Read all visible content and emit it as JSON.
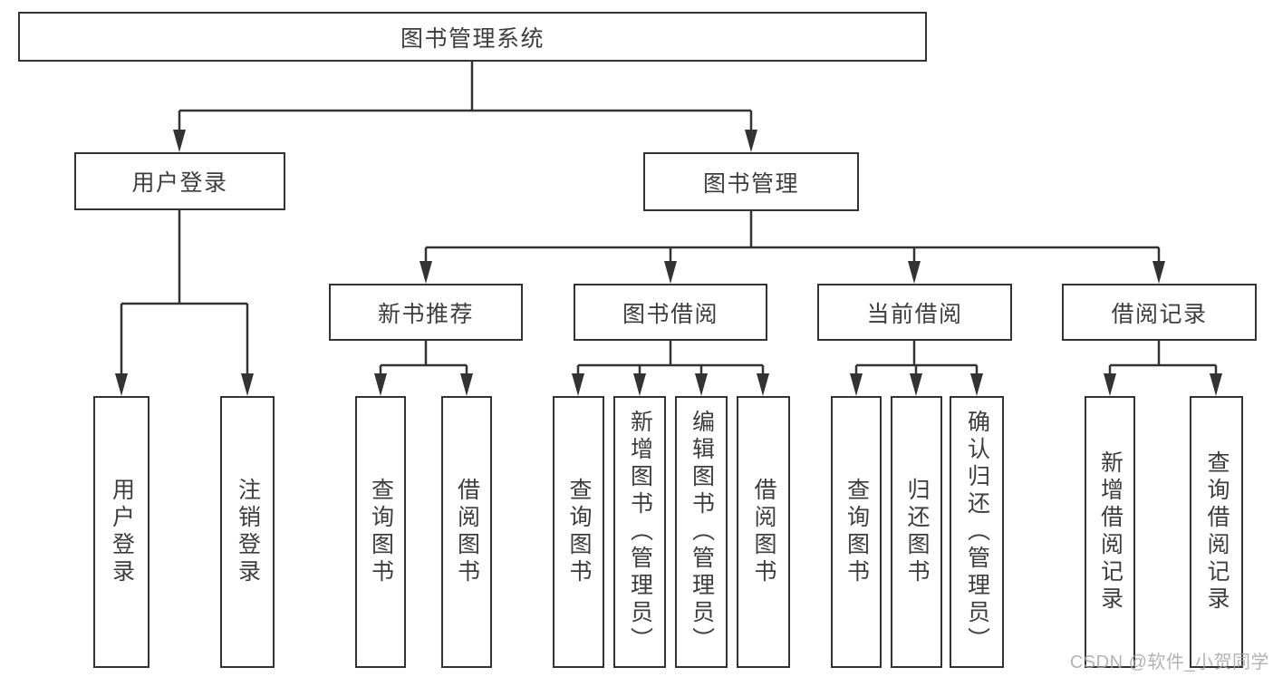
{
  "tree": {
    "root": {
      "label": "图书管理系统"
    },
    "branches": [
      {
        "label": "用户登录",
        "leaves": [
          {
            "label": "用户登录"
          },
          {
            "label": "注销登录"
          }
        ]
      },
      {
        "label": "图书管理",
        "sections": [
          {
            "label": "新书推荐",
            "leaves": [
              {
                "label": "查询图书"
              },
              {
                "label": "借阅图书"
              }
            ]
          },
          {
            "label": "图书借阅",
            "leaves": [
              {
                "label": "查询图书"
              },
              {
                "label": "新增图书（管理员）"
              },
              {
                "label": "编辑图书（管理员）"
              },
              {
                "label": "借阅图书"
              }
            ]
          },
          {
            "label": "当前借阅",
            "leaves": [
              {
                "label": "查询图书"
              },
              {
                "label": "归还图书"
              },
              {
                "label": "确认归还（管理员）"
              }
            ]
          },
          {
            "label": "借阅记录",
            "leaves": [
              {
                "label": "新增借阅记录"
              },
              {
                "label": "查询借阅记录"
              }
            ]
          }
        ]
      }
    ]
  },
  "watermark": {
    "text": "CSDN @软件_小贺同学"
  },
  "colors": {
    "line": "#333333",
    "border": "#333333",
    "text": "#3d3d3d",
    "watermark": "#a6a6a6",
    "background": "#ffffff"
  }
}
